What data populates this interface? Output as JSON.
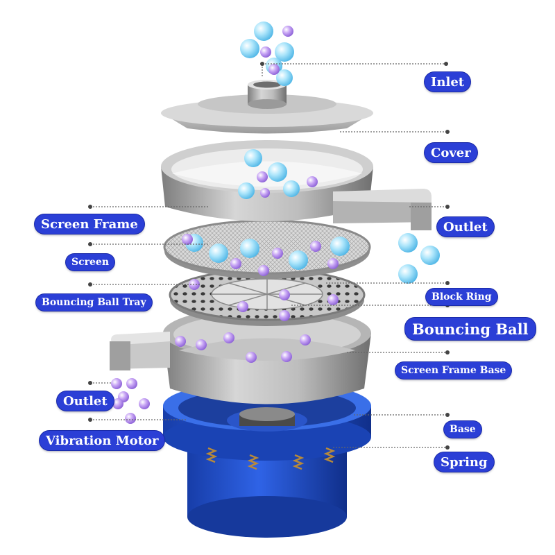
{
  "labels": {
    "inlet": "Inlet",
    "cover": "Cover",
    "outlet_right": "Outlet",
    "screen_frame": "Screen Frame",
    "screen": "Screen",
    "bouncing_ball_tray": "Bouncing Ball  Tray",
    "block_ring": "Block Ring",
    "bouncing_ball": "Bouncing Ball",
    "screen_frame_base": "Screen Frame Base",
    "outlet_left": "Outlet",
    "base": "Base",
    "vibration_motor": "Vibration Motor",
    "spring": "Spring"
  },
  "colors": {
    "label_bg": "#2b3fd6",
    "label_text": "#ffffff",
    "leader_line": "#555555",
    "steel": "#a9a9a9",
    "motor_blue": "#1f4fd0",
    "coarse_particle": "#8fd8f5",
    "fine_particle": "#b98ef0"
  }
}
